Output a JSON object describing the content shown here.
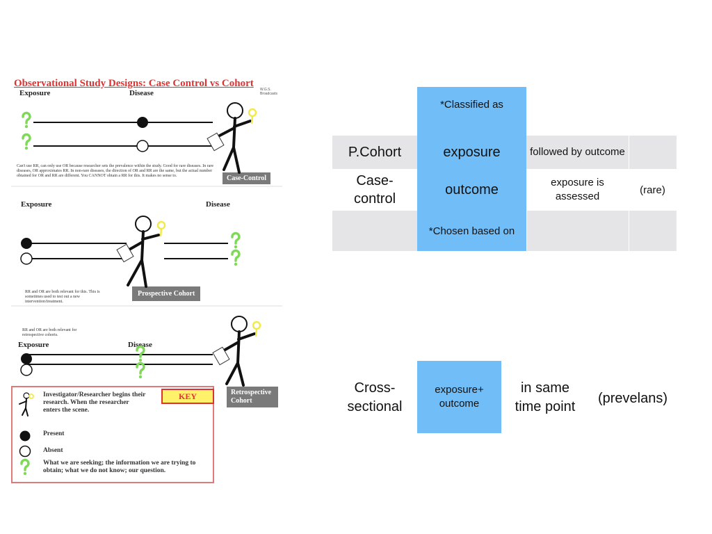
{
  "figure": {
    "title": "Observational Study Designs:  Case Control vs Cohort",
    "credit": "W.G.S. Broadcasts",
    "case_control": {
      "exposure_label": "Exposure",
      "disease_label": "Disease",
      "note": "Can't use RR, can only use OR because researcher sets the prevalence within the study. Good for rare diseases. In rare diseases, OR approximates RR. In non-rare diseases, the direction of OR and RR are the same, but the actual number obtained for OR and RR are different. You CANNOT obtain a RR for this. It makes no sense to.",
      "tag": "Case-Control"
    },
    "prospective": {
      "exposure_label": "Exposure",
      "disease_label": "Disease",
      "note": "RR and OR are both relevant for this. This is sometimes used to test out a new intervention/treatment.",
      "tag": "Prospective Cohort"
    },
    "retrospective": {
      "note": "RR and OR are both relevant for retrospective cohorts.",
      "exposure_label": "Exposure",
      "disease_label": "Disease",
      "tag": "Retrospective Cohort"
    },
    "key": {
      "tag": "KEY",
      "investigator": "Investigator/Researcher begins their research.  When the researcher enters the scene.",
      "present": "Present",
      "absent": "Absent",
      "question": "What we are seeking; the information we are trying to obtain; what we do not know; our question."
    }
  },
  "table": {
    "header_col": "*Classified as",
    "footer_col": "*Chosen based on",
    "rows": [
      {
        "design": "P.Cohort",
        "key": "exposure",
        "detail": "followed by outcome",
        "extra": ""
      },
      {
        "design": "Case-control",
        "key": "outcome",
        "detail": "exposure is assessed",
        "extra": "(rare)"
      }
    ]
  },
  "cross_sectional": {
    "design": "Cross-sectional",
    "key": "exposure+ outcome",
    "detail": "in same time point",
    "extra": "(prevelans)"
  },
  "colors": {
    "blue": "#70bdf7",
    "grey_row": "#e5e5e7",
    "title_red": "#dd3333",
    "question_green": "#7ed957",
    "lens_yellow": "#f2ea4a"
  },
  "icons": [
    "question-mark-icon",
    "filled-dot-icon",
    "empty-dot-icon",
    "stick-figure-icon",
    "magnifier-icon",
    "clipboard-icon"
  ]
}
